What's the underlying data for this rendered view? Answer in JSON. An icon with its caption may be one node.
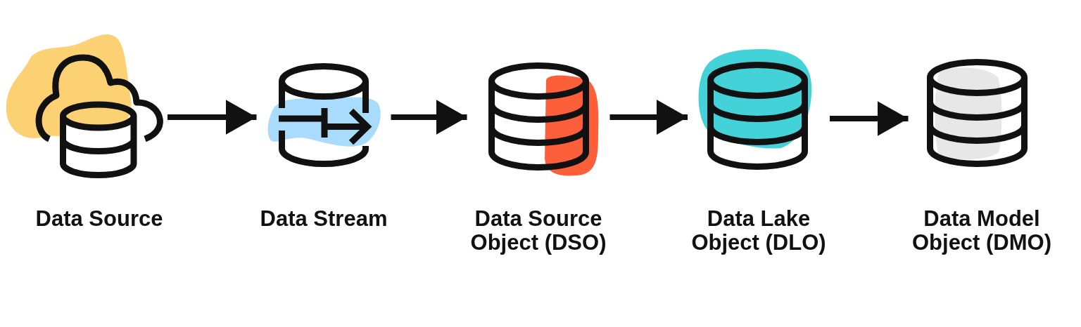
{
  "diagram": {
    "nodes": [
      {
        "text": [
          "Data Source"
        ]
      },
      {
        "text": [
          "Data Stream"
        ]
      },
      {
        "text": [
          "Data Source Object (DSO)"
        ]
      },
      {
        "text": [
          "Data Lake Object (DLO)"
        ]
      },
      {
        "text": [
          "Data Model Object (DMO)"
        ]
      }
    ],
    "edges": [
      {
        "from": 0,
        "to": 1,
        "arrow": "to"
      },
      {
        "from": 1,
        "to": 2,
        "arrow": "to"
      },
      {
        "from": 2,
        "to": 3,
        "arrow": "to"
      },
      {
        "from": 3,
        "to": 4,
        "arrow": "to"
      }
    ]
  }
}
